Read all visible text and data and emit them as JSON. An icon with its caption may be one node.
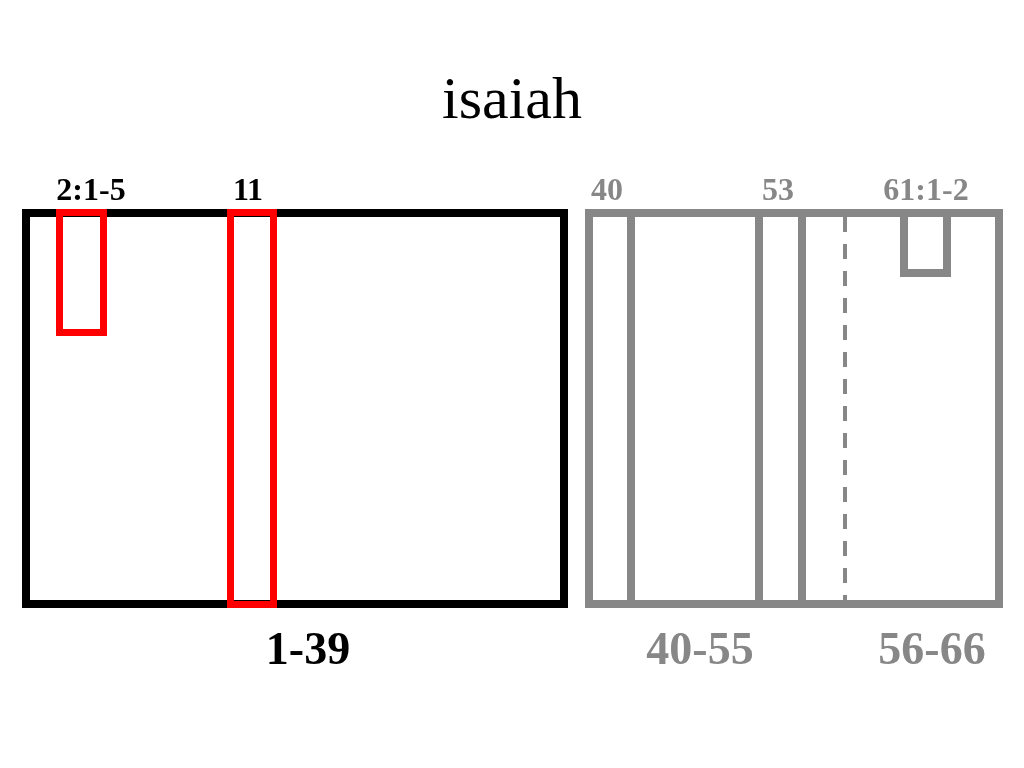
{
  "diagram": {
    "title": "isaiah",
    "nodes": [
      {
        "text": [
          "1-39"
        ]
      },
      {
        "text": [
          "2:1-5"
        ],
        "in": 0
      },
      {
        "text": [
          "11"
        ],
        "in": 0
      },
      {
        "text": [
          "40-55",
          "56-66"
        ]
      },
      {
        "text": [
          "40"
        ],
        "in": 3
      },
      {
        "text": [
          "53"
        ],
        "in": 3
      },
      {
        "text": [
          "61:1-2"
        ],
        "in": 3
      }
    ]
  }
}
